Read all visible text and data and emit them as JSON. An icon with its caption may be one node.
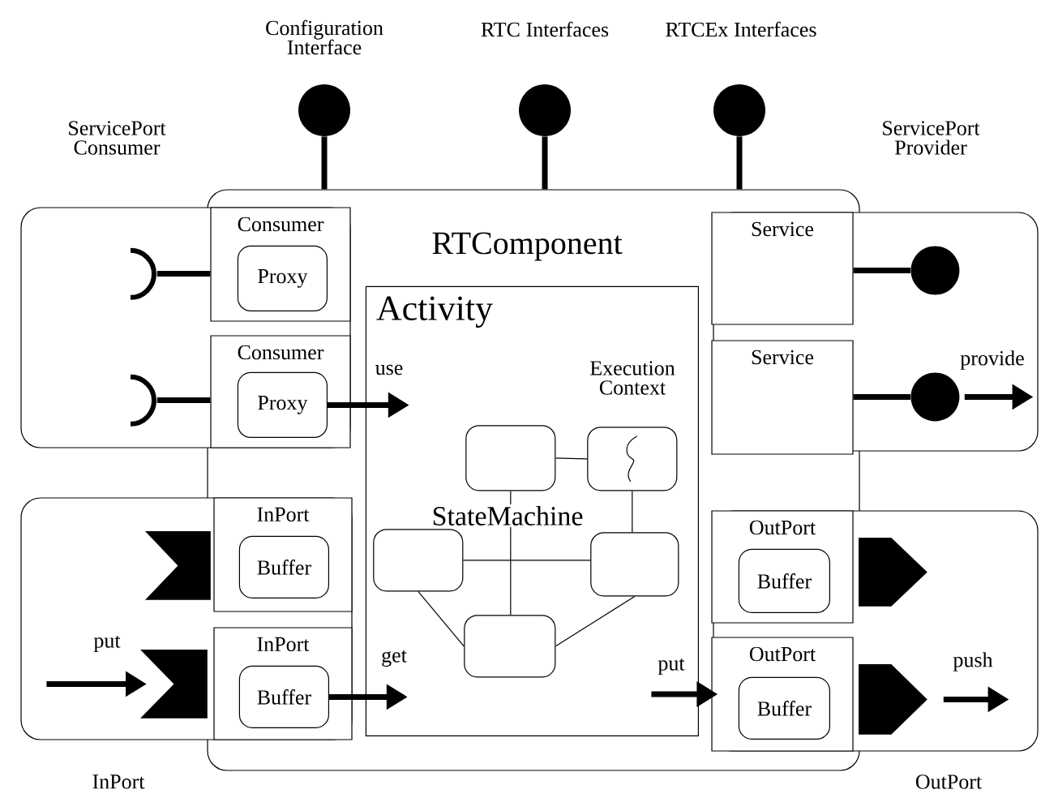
{
  "diagram": {
    "nodes": [
      {
        "text": [
          "RTComponent"
        ]
      },
      {
        "text": [
          "ServicePort Consumer"
        ]
      },
      {
        "text": [
          "Consumer"
        ]
      },
      {
        "text": [
          "Proxy"
        ],
        "in": 2
      },
      {
        "text": [
          "Consumer"
        ]
      },
      {
        "text": [
          "Proxy"
        ],
        "in": 4
      },
      {
        "text": [
          "ServicePort Provider"
        ]
      },
      {
        "text": [
          "Service"
        ]
      },
      {
        "text": [
          "Service"
        ]
      },
      {
        "text": [
          "Activity"
        ],
        "in": 0
      },
      {
        "text": [],
        "shape": "box",
        "in": 9
      },
      {
        "text": [],
        "shape": "box",
        "in": 9,
        "beside": [
          "Execution Context"
        ]
      },
      {
        "text": [],
        "shape": "box",
        "in": 9
      },
      {
        "text": [],
        "shape": "box",
        "in": 9
      },
      {
        "text": [],
        "shape": "box",
        "in": 9
      },
      {
        "text": [
          "InPort"
        ]
      },
      {
        "text": [
          "InPort"
        ]
      },
      {
        "text": [
          "Buffer"
        ],
        "in": 16
      },
      {
        "text": [
          "InPort"
        ]
      },
      {
        "text": [
          "Buffer"
        ],
        "in": 18
      },
      {
        "text": [
          "OutPort"
        ]
      },
      {
        "text": [
          "OutPort"
        ]
      },
      {
        "text": [
          "Buffer"
        ],
        "in": 21
      },
      {
        "text": [
          "OutPort"
        ]
      },
      {
        "text": [
          "Buffer"
        ],
        "in": 23
      },
      {
        "text": [],
        "shape": "circle",
        "beside": [
          "Configuration Interface"
        ]
      },
      {
        "text": [],
        "shape": "circle",
        "beside": [
          "RTC Interfaces"
        ]
      },
      {
        "text": [],
        "shape": "circle",
        "beside": [
          "RTCEx Interfaces"
        ]
      },
      {
        "text": [],
        "shape": "circle",
        "in": 6
      },
      {
        "text": [],
        "shape": "circle",
        "in": 6
      },
      {
        "text": [],
        "shape": "arc",
        "in": 1
      },
      {
        "text": [],
        "shape": "arc",
        "in": 1
      },
      {
        "text": [],
        "shape": "flag",
        "in": 15
      },
      {
        "text": [],
        "shape": "flag",
        "in": 15
      },
      {
        "text": [],
        "shape": "pentagon",
        "in": 20
      },
      {
        "text": [],
        "shape": "pentagon",
        "in": 20
      }
    ],
    "edges": [
      {
        "from": 25,
        "to": 0,
        "arrow": "none"
      },
      {
        "from": 26,
        "to": 0,
        "arrow": "none"
      },
      {
        "from": 27,
        "to": 0,
        "arrow": "none"
      },
      {
        "from": 30,
        "to": 2,
        "arrow": "none"
      },
      {
        "from": 31,
        "to": 4,
        "arrow": "none"
      },
      {
        "from": 7,
        "to": 28,
        "arrow": "none"
      },
      {
        "from": 8,
        "to": 29,
        "arrow": "none"
      },
      {
        "from": 29,
        "to": 6,
        "arrow": "to",
        "label": "provide"
      },
      {
        "from": 5,
        "to": 9,
        "arrow": "to",
        "label": "use"
      },
      {
        "from": 15,
        "to": 33,
        "arrow": "to",
        "label": "put"
      },
      {
        "from": 19,
        "to": 9,
        "arrow": "to",
        "label": "get"
      },
      {
        "from": null,
        "to": 23,
        "arrow": "to",
        "label": "put"
      },
      {
        "from": 35,
        "to": 20,
        "arrow": "to",
        "label": "push"
      },
      {
        "from": 10,
        "to": 11,
        "arrow": "none"
      },
      {
        "from": 10,
        "to": 14,
        "arrow": "none"
      },
      {
        "from": 12,
        "to": 13,
        "arrow": "none"
      },
      {
        "from": 11,
        "to": 13,
        "arrow": "none"
      },
      {
        "from": 12,
        "to": 14,
        "arrow": "none"
      },
      {
        "from": 13,
        "to": 14,
        "arrow": "none"
      }
    ],
    "labels": [
      "StateMachine"
    ]
  }
}
